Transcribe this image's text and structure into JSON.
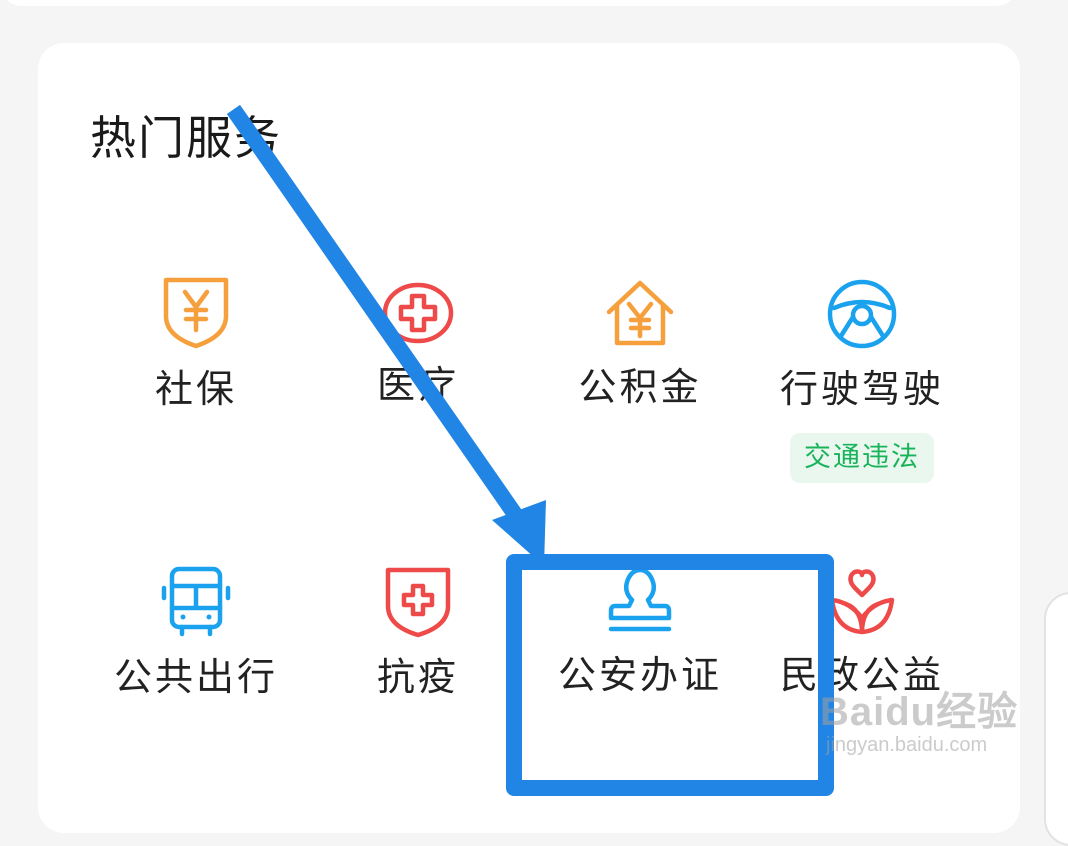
{
  "section": {
    "title": "热门服务"
  },
  "services": [
    {
      "label": "社保",
      "icon": "social-security-shield-icon",
      "color": "#f5a03c"
    },
    {
      "label": "医疗",
      "icon": "medical-cross-icon",
      "color": "#ef4a4a"
    },
    {
      "label": "公积金",
      "icon": "housing-fund-icon",
      "color": "#f5a03c"
    },
    {
      "label": "行驶驾驶",
      "icon": "steering-wheel-icon",
      "color": "#1aa2ee",
      "tag": "交通违法"
    },
    {
      "label": "公共出行",
      "icon": "bus-icon",
      "color": "#1aa2ee"
    },
    {
      "label": "抗疫",
      "icon": "epidemic-shield-icon",
      "color": "#ef4a4a"
    },
    {
      "label": "公安办证",
      "icon": "stamp-icon",
      "color": "#1aa2ee"
    },
    {
      "label": "民政公益",
      "icon": "heart-lotus-icon",
      "color": "#ef4a4a"
    }
  ],
  "annotation": {
    "color": "#2185e5"
  },
  "watermark": {
    "main": "Baidu经验",
    "sub": "jingyan.baidu.com"
  }
}
